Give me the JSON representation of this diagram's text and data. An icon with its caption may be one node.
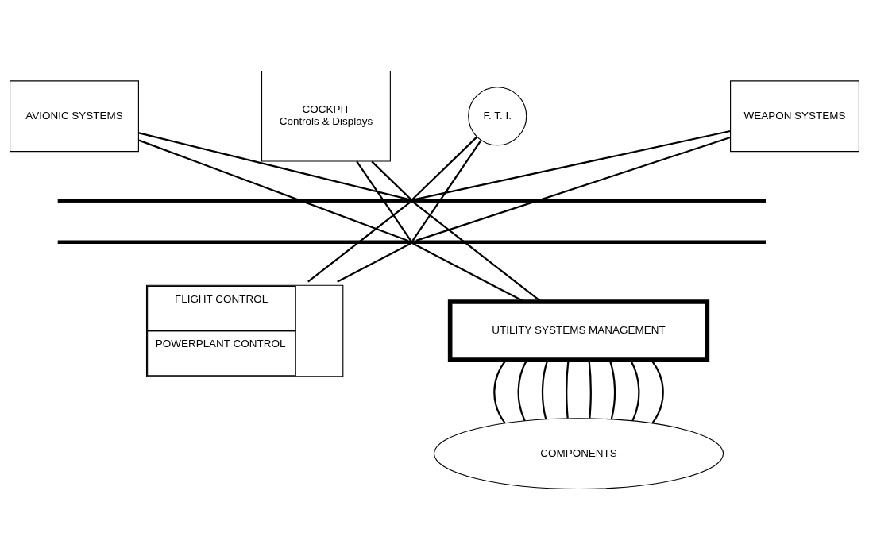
{
  "diagram": {
    "nodes": [
      {
        "text": [
          "AVIONIC SYSTEMS"
        ]
      },
      {
        "text": [
          "COCKPIT",
          "Controls & Displays"
        ]
      },
      {
        "text": [
          "F. T. I."
        ]
      },
      {
        "text": [
          "WEAPON SYSTEMS"
        ]
      },
      {
        "text": [],
        "shape": "bar"
      },
      {
        "text": [],
        "shape": "bar"
      },
      {
        "text": [
          "FLIGHT CONTROL",
          "POWERPLANT CONTROL"
        ]
      },
      {
        "text": [
          "UTILITY SYSTEMS MANAGEMENT"
        ]
      },
      {
        "text": [
          "COMPONENTS"
        ]
      }
    ],
    "edges": [
      {
        "from": 0,
        "to": 4,
        "arrow": "none"
      },
      {
        "from": 0,
        "to": 5,
        "arrow": "none"
      },
      {
        "from": 1,
        "to": 4,
        "arrow": "none"
      },
      {
        "from": 1,
        "to": 5,
        "arrow": "none"
      },
      {
        "from": 2,
        "to": 4,
        "arrow": "none"
      },
      {
        "from": 2,
        "to": 5,
        "arrow": "none"
      },
      {
        "from": 3,
        "to": 4,
        "arrow": "none"
      },
      {
        "from": 3,
        "to": 5,
        "arrow": "none"
      },
      {
        "from": 4,
        "to": 6,
        "arrow": "none"
      },
      {
        "from": 5,
        "to": 6,
        "arrow": "none"
      },
      {
        "from": 4,
        "to": 7,
        "arrow": "none"
      },
      {
        "from": 5,
        "to": 7,
        "arrow": "none"
      },
      {
        "from": 7,
        "to": 8,
        "arrow": "none"
      },
      {
        "from": 7,
        "to": 8,
        "arrow": "none"
      },
      {
        "from": 7,
        "to": 8,
        "arrow": "none"
      },
      {
        "from": 7,
        "to": 8,
        "arrow": "none"
      },
      {
        "from": 7,
        "to": 8,
        "arrow": "none"
      },
      {
        "from": 7,
        "to": 8,
        "arrow": "none"
      },
      {
        "from": 7,
        "to": 8,
        "arrow": "none"
      },
      {
        "from": 7,
        "to": 8,
        "arrow": "none"
      }
    ]
  }
}
